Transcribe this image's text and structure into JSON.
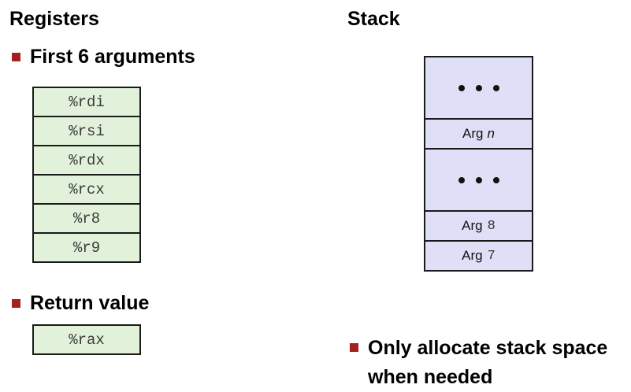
{
  "registers_heading": "Registers",
  "stack_heading": "Stack",
  "args_bullet": "First 6 arguments",
  "return_bullet": "Return value",
  "registers": [
    "%rdi",
    "%rsi",
    "%rdx",
    "%rcx",
    "%r8",
    "%r9"
  ],
  "return_register": "%rax",
  "stack": {
    "argn_word": "Arg",
    "argn_var": "n",
    "arg8_word": "Arg",
    "arg8_num": "8",
    "arg7_word": "Arg",
    "arg7_num": "7"
  },
  "note": "Only allocate stack space when needed",
  "colors": {
    "bullet": "#a3201c",
    "register_fill": "#e2f2da",
    "stack_fill": "#dfe0f8"
  }
}
